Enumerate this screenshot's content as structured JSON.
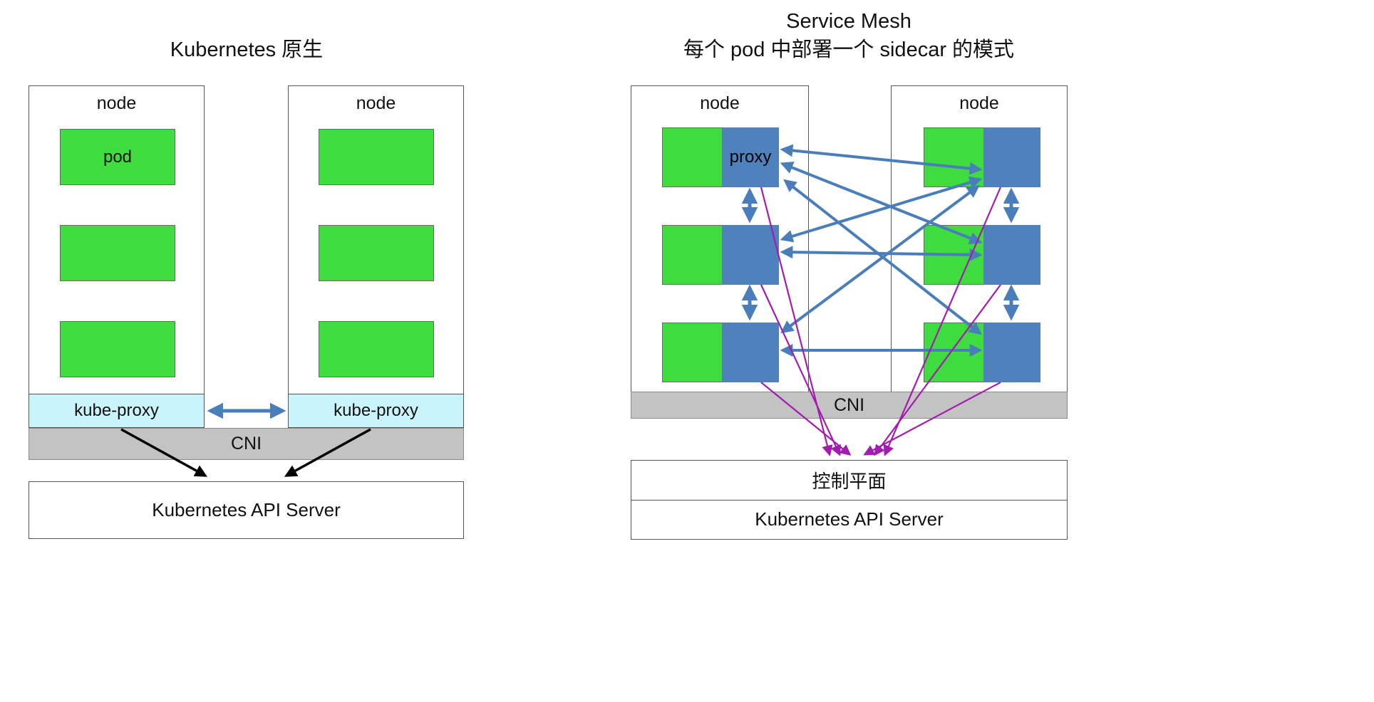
{
  "colors": {
    "pod_green": "#3fdc3f",
    "sidecar_blue": "#4f81bd",
    "kube_proxy_cyan": "#c9f4fb",
    "cni_gray": "#c3c3c3",
    "arrow_blue": "#4a7ebb",
    "arrow_purple": "#a21caf",
    "arrow_black": "#000000"
  },
  "left_diagram": {
    "title": "Kubernetes 原生",
    "nodes": [
      {
        "label": "node",
        "pod_labels": [
          "pod",
          "",
          ""
        ],
        "proxy_label": "kube-proxy"
      },
      {
        "label": "node",
        "pod_labels": [
          "",
          "",
          ""
        ],
        "proxy_label": "kube-proxy"
      }
    ],
    "cni_label": "CNI",
    "api_server_label": "Kubernetes API Server"
  },
  "right_diagram": {
    "title_line1": "Service Mesh",
    "title_line2": "每个 pod 中部署一个 sidecar 的模式",
    "nodes": [
      {
        "label": "node",
        "sidecar_labels": [
          "proxy",
          "",
          ""
        ]
      },
      {
        "label": "node",
        "sidecar_labels": [
          "",
          "",
          ""
        ]
      }
    ],
    "cni_label": "CNI",
    "control_plane_label": "控制平面",
    "api_server_label": "Kubernetes API Server"
  }
}
